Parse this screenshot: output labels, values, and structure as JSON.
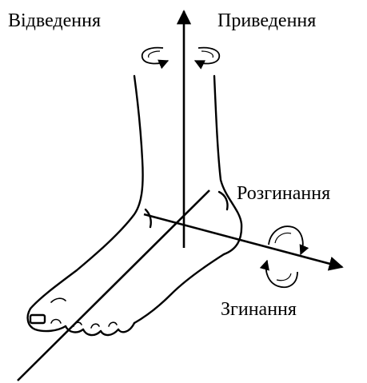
{
  "labels": {
    "abduction": "Відведення",
    "adduction": "Приведення",
    "extension": "Розгинання",
    "flexion": "Згинання"
  },
  "colors": {
    "line": "#000000",
    "background": "#ffffff"
  }
}
